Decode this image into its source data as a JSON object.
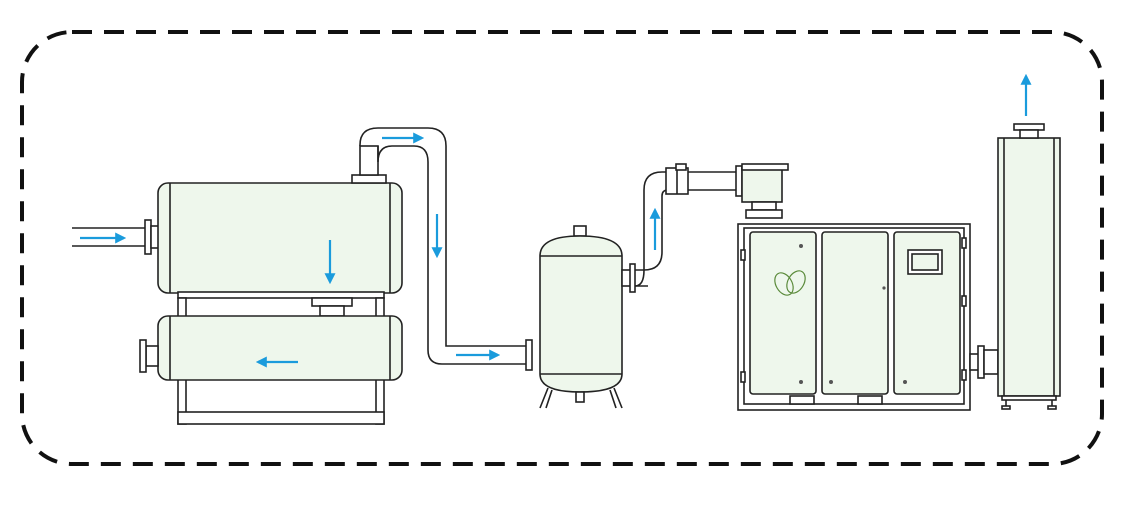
{
  "diagram": {
    "logo_text": "",
    "colors": {
      "equipment_fill": "#eef7ec",
      "outline": "#222222",
      "flow_arrow": "#1a9bdc",
      "boundary": "#111111",
      "background": "#ffffff"
    },
    "components": [
      {
        "id": "separator-tank-upper",
        "icon": "horizontal-tank"
      },
      {
        "id": "separator-tank-lower",
        "icon": "horizontal-tank"
      },
      {
        "id": "air-receiver",
        "icon": "vertical-receiver"
      },
      {
        "id": "compressor-unit",
        "icon": "cabinet"
      },
      {
        "id": "filter-column",
        "icon": "vertical-column"
      }
    ],
    "flow_arrows": [
      {
        "id": "inlet-arrow",
        "direction": "right"
      },
      {
        "id": "down-arrow-upper-tank",
        "direction": "down"
      },
      {
        "id": "left-arrow-lower-tank",
        "direction": "left"
      },
      {
        "id": "pipe-arrow-top",
        "direction": "right"
      },
      {
        "id": "pipe-arrow-down",
        "direction": "down"
      },
      {
        "id": "pipe-arrow-bottom",
        "direction": "right"
      },
      {
        "id": "receiver-up-arrow",
        "direction": "up"
      },
      {
        "id": "outlet-arrow",
        "direction": "up"
      }
    ]
  }
}
